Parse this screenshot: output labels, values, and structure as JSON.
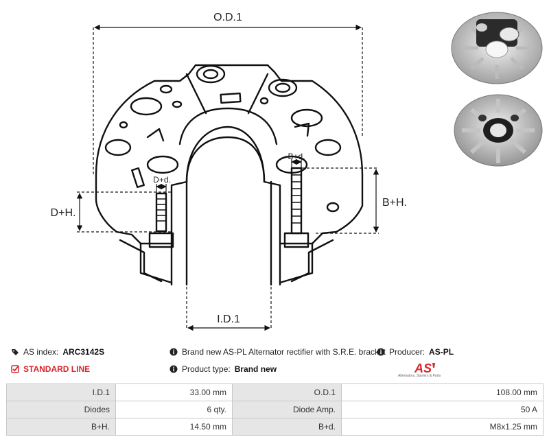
{
  "drawing": {
    "labels": {
      "od": "O.D.1",
      "id": "I.D.1",
      "dh": "D+H.",
      "bh": "B+H.",
      "dd": "D+d.",
      "bd": "B+d."
    }
  },
  "info": {
    "as_index_label": "AS index:",
    "as_index_value": "ARC3142S",
    "line": "STANDARD LINE",
    "description": "Brand new AS-PL Alternator rectifier with S.R.E. bracket",
    "product_type_label": "Product type:",
    "product_type_value": "Brand new",
    "producer_label": "Producer:",
    "producer_value": "AS-PL",
    "logo_text": "AS",
    "logo_sub": "Alternators, Starters & Parts"
  },
  "specs": [
    {
      "l1": "I.D.1",
      "v1": "33.00 mm",
      "l2": "O.D.1",
      "v2": "108.00 mm"
    },
    {
      "l1": "Diodes",
      "v1": "6 qty.",
      "l2": "Diode Amp.",
      "v2": "50 A"
    },
    {
      "l1": "B+H.",
      "v1": "14.50 mm",
      "l2": "B+d.",
      "v2": "M8x1.25 mm"
    }
  ],
  "colors": {
    "accent": "#d9262b",
    "label_bg": "#e6e6e6",
    "border": "#c8c8c8"
  }
}
